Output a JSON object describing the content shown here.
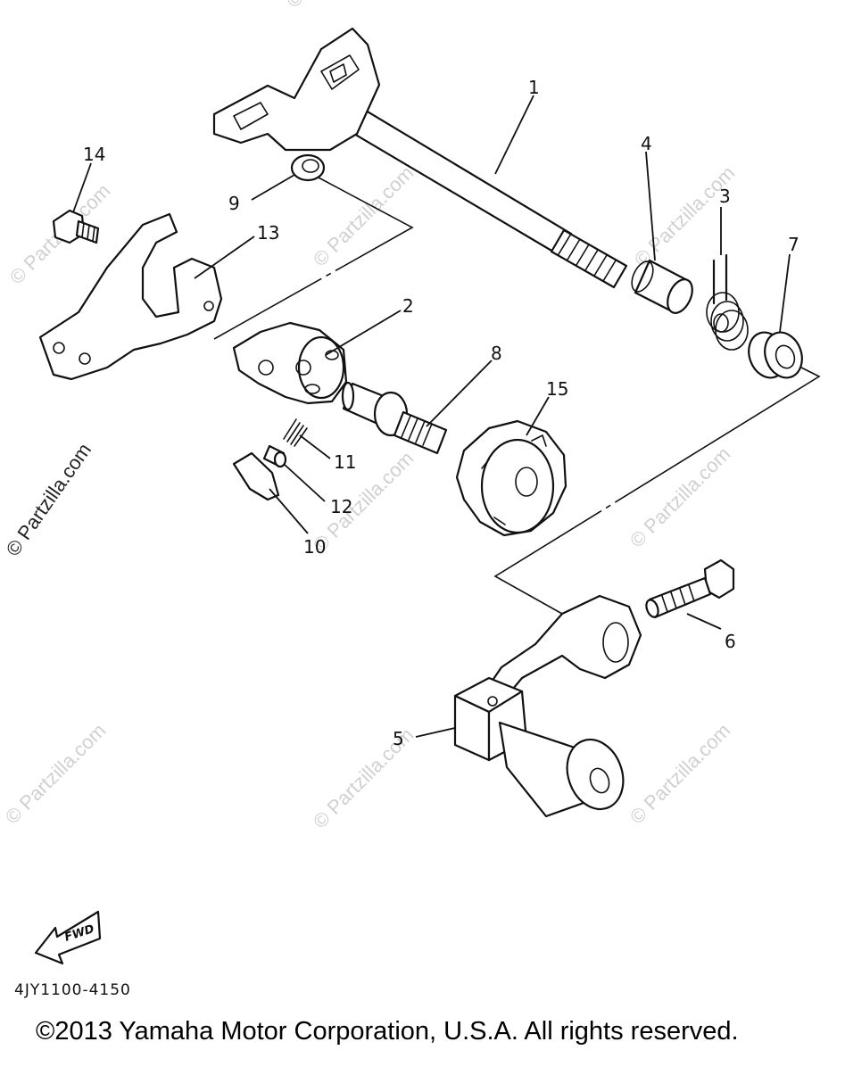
{
  "callouts": {
    "1": "1",
    "2": "2",
    "3": "3",
    "4": "4",
    "5": "5",
    "6": "6",
    "7": "7",
    "8": "8",
    "9": "9",
    "10": "10",
    "11": "11",
    "12": "12",
    "13": "13",
    "14": "14",
    "15": "15"
  },
  "fwd_label": "FWD",
  "part_number": "4JY1100-4150",
  "copyright": "©2013  Yamaha Motor Corporation, U.S.A. All rights reserved.",
  "watermark": "© Partzilla.com",
  "colors": {
    "line": "#111111",
    "watermark": "#d0d0d0",
    "background": "#ffffff"
  }
}
